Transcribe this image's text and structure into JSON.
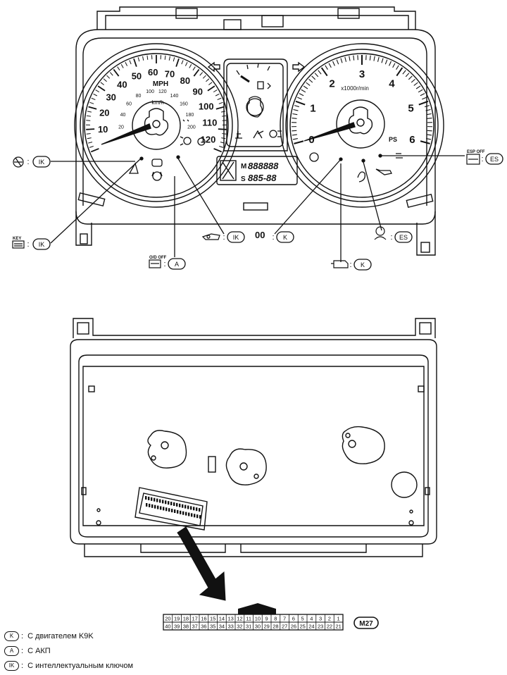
{
  "speedometer": {
    "mph_ticks": [
      "10",
      "20",
      "30",
      "40",
      "50",
      "60",
      "70",
      "80",
      "90",
      "100",
      "110",
      "120"
    ],
    "mph_label": "MPH",
    "kmh_label": "km/h",
    "kmh_ticks": [
      "20",
      "40",
      "60",
      "80",
      "100",
      "120",
      "140",
      "160",
      "180",
      "200"
    ]
  },
  "tachometer": {
    "rpm_ticks": [
      "0",
      "1",
      "2",
      "3",
      "4",
      "5",
      "6"
    ],
    "rpm_unit": "x1000r/min",
    "ps_label": "PS"
  },
  "odometer": {
    "row1_prefix": "M",
    "row1_digits": "888888",
    "row2_prefix": "S",
    "row2_digits": "885-88"
  },
  "callouts": {
    "seatbelt": "IK",
    "key": "IK",
    "oil_lamp": "IK",
    "od_indicator": "A",
    "glow_plug": "K",
    "check_engine": "K",
    "esp_off": "ES",
    "slip": "ES",
    "od_off_label": "O/D OFF",
    "esp_off_label": "ESP OFF",
    "key_label": "KEY",
    "glow_label": "00"
  },
  "connector": {
    "top_row": [
      "20",
      "19",
      "18",
      "17",
      "16",
      "15",
      "14",
      "13",
      "12",
      "11",
      "10",
      "9",
      "8",
      "7",
      "6",
      "5",
      "4",
      "3",
      "2",
      "1"
    ],
    "bottom_row": [
      "40",
      "39",
      "38",
      "37",
      "36",
      "35",
      "34",
      "33",
      "32",
      "31",
      "30",
      "29",
      "28",
      "27",
      "26",
      "25",
      "24",
      "23",
      "22",
      "21"
    ],
    "label": "M27"
  },
  "legend": [
    {
      "code": "K",
      "text": "С двигателем K9K"
    },
    {
      "code": "A",
      "text": "С АКП"
    },
    {
      "code": "IK",
      "text": "С интеллектуальным ключом"
    }
  ]
}
